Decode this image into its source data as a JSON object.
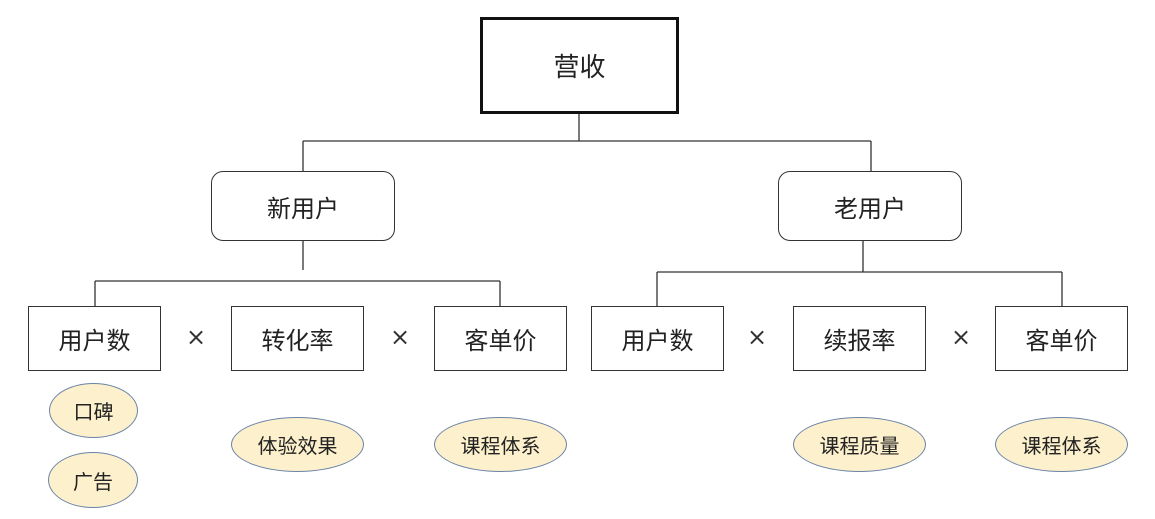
{
  "root": {
    "label": "营收"
  },
  "segments": [
    {
      "label": "新用户",
      "metrics": [
        {
          "label": "用户数",
          "factors": [
            "口碑",
            "广告"
          ]
        },
        {
          "label": "转化率",
          "factors": [
            "体验效果"
          ]
        },
        {
          "label": "客单价",
          "factors": [
            "课程体系"
          ]
        }
      ]
    },
    {
      "label": "老用户",
      "metrics": [
        {
          "label": "用户数",
          "factors": []
        },
        {
          "label": "续报率",
          "factors": [
            "课程质量"
          ]
        },
        {
          "label": "客单价",
          "factors": [
            "课程体系"
          ]
        }
      ]
    }
  ],
  "operator": "×",
  "colors": {
    "factor_fill": "#fdf0cc",
    "factor_border": "#6b84a8",
    "line": "#333333"
  }
}
